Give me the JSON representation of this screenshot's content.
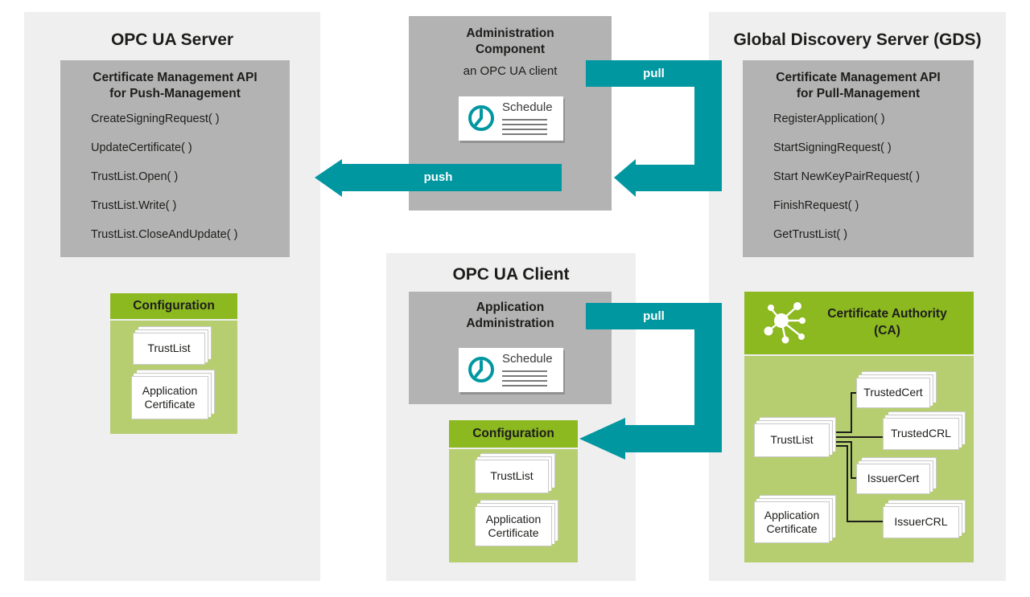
{
  "colors": {
    "teal": "#0097A1",
    "panel_bg": "#EFEFEF",
    "box_gray": "#B3B3B3",
    "green_dark": "#8CB820",
    "green_light": "#B6CE70",
    "text": "#1D1D1B"
  },
  "server_panel": {
    "title": "OPC UA Server",
    "api_box": {
      "title_line1": "Certificate Management API",
      "title_line2": "for Push-Management",
      "methods": [
        "CreateSigningRequest( )",
        "UpdateCertificate( )",
        "TrustList.Open( )",
        "TrustList.Write( )",
        "TrustList.CloseAndUpdate( )"
      ]
    },
    "configuration": {
      "title": "Configuration",
      "trustlist_card": "TrustList",
      "app_cert_card": "Application Certificate"
    }
  },
  "admin_component": {
    "title_line1": "Administration",
    "title_line2": "Component",
    "subtitle": "an OPC UA client",
    "schedule_label": "Schedule"
  },
  "client_panel": {
    "title": "OPC UA Client",
    "app_admin_box": {
      "title_line1": "Application",
      "title_line2": "Administration",
      "schedule_label": "Schedule"
    },
    "configuration": {
      "title": "Configuration",
      "trustlist_card": "TrustList",
      "app_cert_card": "Application Certificate"
    }
  },
  "gds_panel": {
    "title": "Global Discovery Server (GDS)",
    "api_box": {
      "title_line1": "Certificate Management API",
      "title_line2": "for Pull-Management",
      "methods": [
        "RegisterApplication( )",
        "StartSigningRequest( )",
        "Start NewKeyPairRequest( )",
        "FinishRequest( )",
        "GetTrustList( )"
      ]
    },
    "ca_box": {
      "title_line1": "Certificate Authority",
      "title_line2": "(CA)",
      "trustlist_card": "TrustList",
      "trustedcert_card": "TrustedCert",
      "trustedcrl_card": "TrustedCRL",
      "issuercert_card": "IssuerCert",
      "issuercrl_card": "IssuerCRL",
      "app_cert_card": "Application Certificate"
    }
  },
  "arrows": {
    "push_label": "push",
    "pull_top_label": "pull",
    "pull_bottom_label": "pull"
  }
}
